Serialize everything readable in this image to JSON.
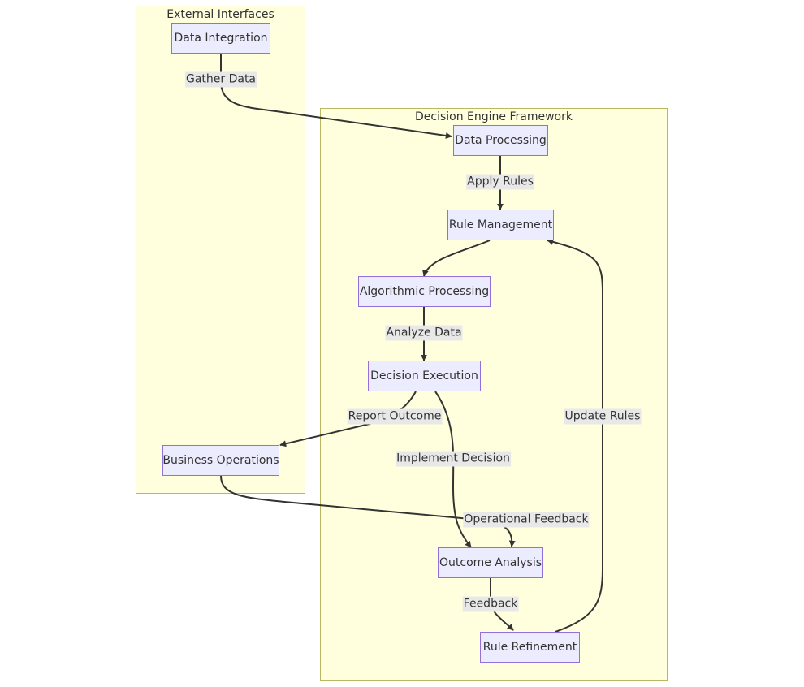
{
  "clusters": {
    "external": {
      "title": "External Interfaces"
    },
    "engine": {
      "title": "Decision Engine Framework"
    }
  },
  "nodes": {
    "data_integration": "Data Integration",
    "business_operations": "Business Operations",
    "data_processing": "Data Processing",
    "rule_management": "Rule Management",
    "algorithmic_processing": "Algorithmic Processing",
    "decision_execution": "Decision Execution",
    "outcome_analysis": "Outcome Analysis",
    "rule_refinement": "Rule Refinement"
  },
  "edges": {
    "gather_data": "Gather Data",
    "apply_rules": "Apply Rules",
    "analyze_data": "Analyze Data",
    "report_outcome": "Report Outcome",
    "implement_decision": "Implement Decision",
    "operational_feedback": "Operational Feedback",
    "feedback": "Feedback",
    "update_rules": "Update Rules"
  },
  "colors": {
    "cluster_fill": "#ffffde",
    "cluster_border": "#b8b860",
    "node_fill": "#ececff",
    "node_border": "#9370db",
    "edge": "#333333",
    "edge_label_bg": "#e8e8e8"
  }
}
